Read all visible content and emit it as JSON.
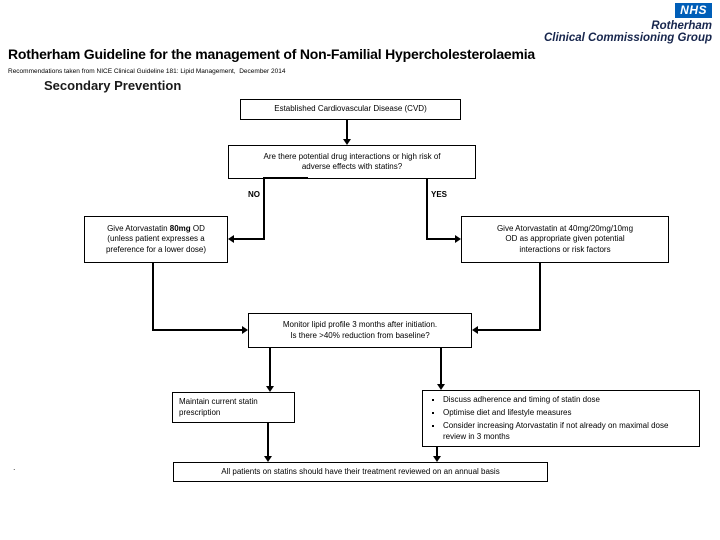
{
  "header": {
    "nhs_logo": "NHS",
    "org_name": "Rotherham",
    "org_descriptor": "Clinical Commissioning Group",
    "title": "Rotherham Guideline for the management of Non-Familial Hypercholesterolaemia",
    "source_note": "Recommendations taken from NICE Clinical Guideline 181: Lipid Management,  December 2014",
    "section_title": "Secondary Prevention"
  },
  "colors": {
    "nhs_blue": "#005EB8",
    "org_text": "#17264d",
    "line": "#000000",
    "background": "#ffffff"
  },
  "flowchart": {
    "box_cvd": "Established Cardiovascular Disease (CVD)",
    "box_question_line1": "Are there potential drug interactions or high risk of",
    "box_question_line2": "adverse effects with statins?",
    "label_no": "NO",
    "label_yes": "YES",
    "box_no_line1_pre": "Give Atorvastatin",
    "box_no_line1_bold": "80mg",
    "box_no_line1_post": "OD",
    "box_no_line2": "(unless patient expresses a",
    "box_no_line3": "preference for a lower dose)",
    "box_yes_line1": "Give Atorvastatin at 40mg/20mg/10mg",
    "box_yes_line2": "OD as appropriate given potential",
    "box_yes_line3": "interactions or risk factors",
    "box_monitor_line1": "Monitor lipid profile 3 months after initiation.",
    "box_monitor_line2": "Is there >40% reduction from baseline?",
    "box_maintain": "Maintain current statin prescription",
    "box_actions_bullets": [
      "Discuss adherence and timing of statin dose",
      "Optimise diet and lifestyle measures",
      "Consider increasing Atorvastatin if not already on maximal dose review in 3 months"
    ],
    "box_annual": "All patients on statins should have their treatment reviewed on an annual basis",
    "stray_mark": "."
  }
}
